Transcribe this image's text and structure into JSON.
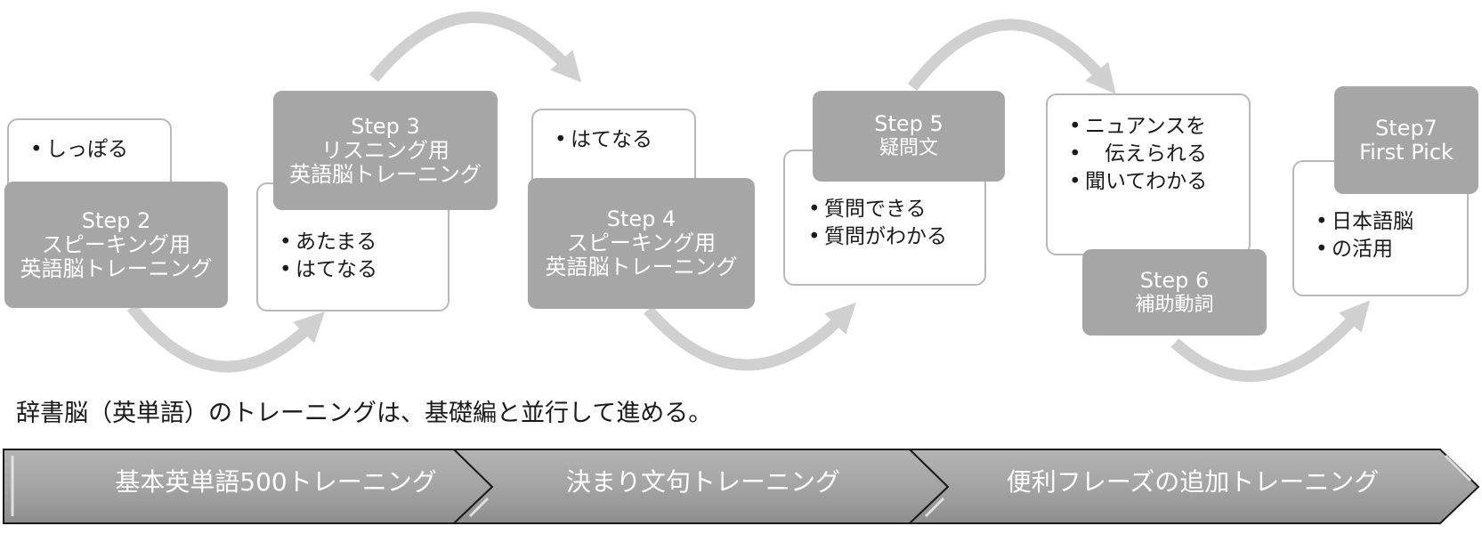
{
  "steps": [
    {
      "title": "Step  2",
      "lines": [
        "スピーキング用",
        "英語脳トレーニング"
      ],
      "bullets": [
        "しっぽる"
      ]
    },
    {
      "title": "Step  3",
      "lines": [
        "リスニング用",
        "英語脳トレーニング"
      ],
      "bullets": [
        "あたまる",
        "はてなる"
      ]
    },
    {
      "title": "Step  4",
      "lines": [
        "スピーキング用",
        "英語脳トレーニング"
      ],
      "bullets": [
        "はてなる"
      ]
    },
    {
      "title": "Step  5",
      "lines": [
        "疑問文"
      ],
      "bullets": [
        "質問できる",
        "質問がわかる"
      ]
    },
    {
      "title": "Step  6",
      "lines": [
        "補助動詞"
      ],
      "bullets": [
        "ニュアンスを",
        "伝えられる",
        "聞いてわかる"
      ]
    },
    {
      "title": "Step7",
      "lines": [
        "First Pick"
      ],
      "bullets": [
        "日本語脳",
        "の活用"
      ]
    }
  ],
  "note": "辞書脳（英単語）のトレーニングは、基礎編と並行して進める。",
  "phases": [
    "基本英単語500トレーニング",
    "決まり文句トレーニング",
    "便利フレーズの追加トレーニング"
  ],
  "colors": {
    "box_fill": "#a6a6a6",
    "box_text": "#ffffff",
    "arrow": "#d0d0d0",
    "outline": "#b8b8b8",
    "chevron_edge": "#1a1a1a"
  }
}
